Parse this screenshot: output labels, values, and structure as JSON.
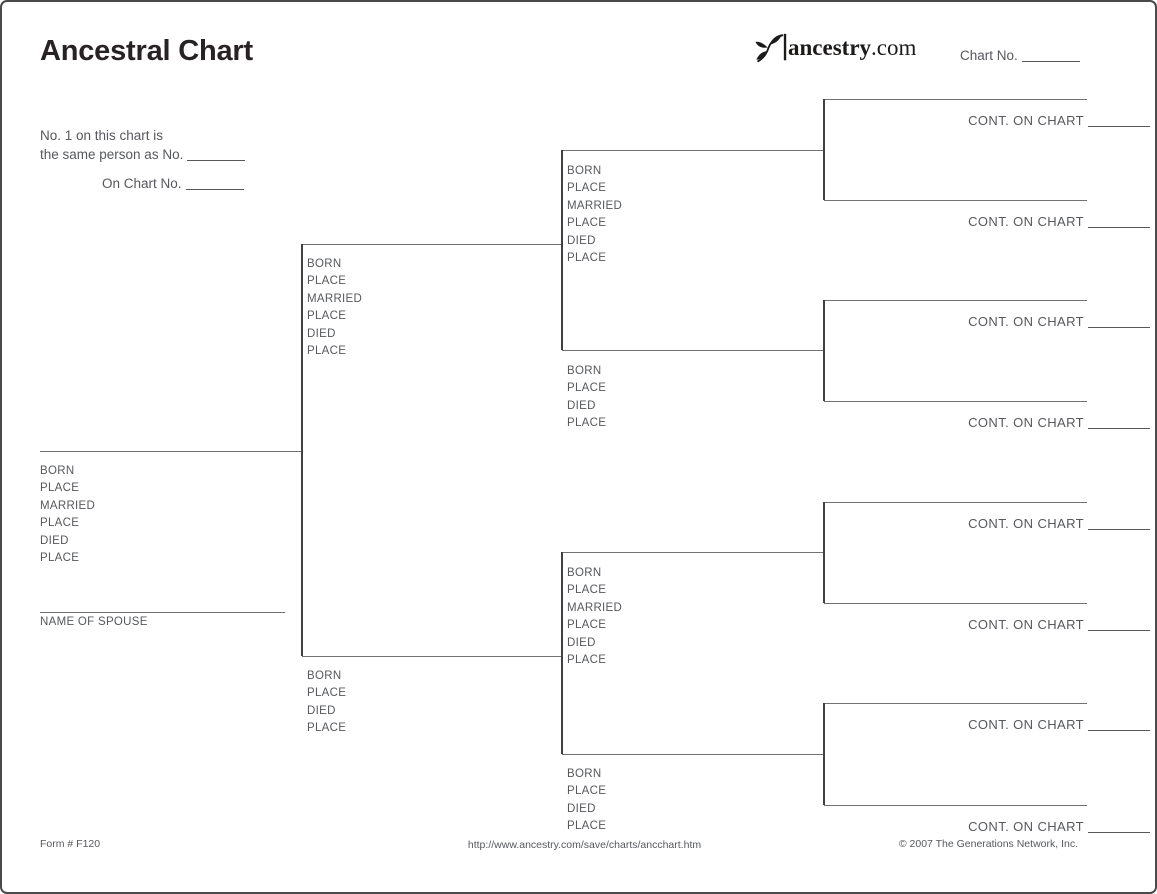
{
  "header": {
    "title": "Ancestral Chart",
    "brand_name": "ancestry",
    "brand_tld": ".com",
    "chart_no_label": "Chart No."
  },
  "reference": {
    "line1": "No. 1 on this chart is",
    "line2": "the same person as No.",
    "line3": "On Chart No."
  },
  "field_labels": {
    "full": [
      "BORN",
      "PLACE",
      "MARRIED",
      "PLACE",
      "DIED",
      "PLACE"
    ],
    "short": [
      "BORN",
      "PLACE",
      "DIED",
      "PLACE"
    ],
    "spouse": "NAME OF SPOUSE",
    "cont_on_chart": "CONT. ON CHART"
  },
  "footer": {
    "form_number": "Form # F120",
    "url": "http://www.ancestry.com/save/charts/ancchart.htm",
    "copyright": "© 2007 The Generations Network, Inc."
  },
  "colors": {
    "title_text": "#272223",
    "label_text": "#56585c",
    "line": "#717276",
    "bracket_line": "#404145",
    "logo_text": "#1d1b1a"
  }
}
